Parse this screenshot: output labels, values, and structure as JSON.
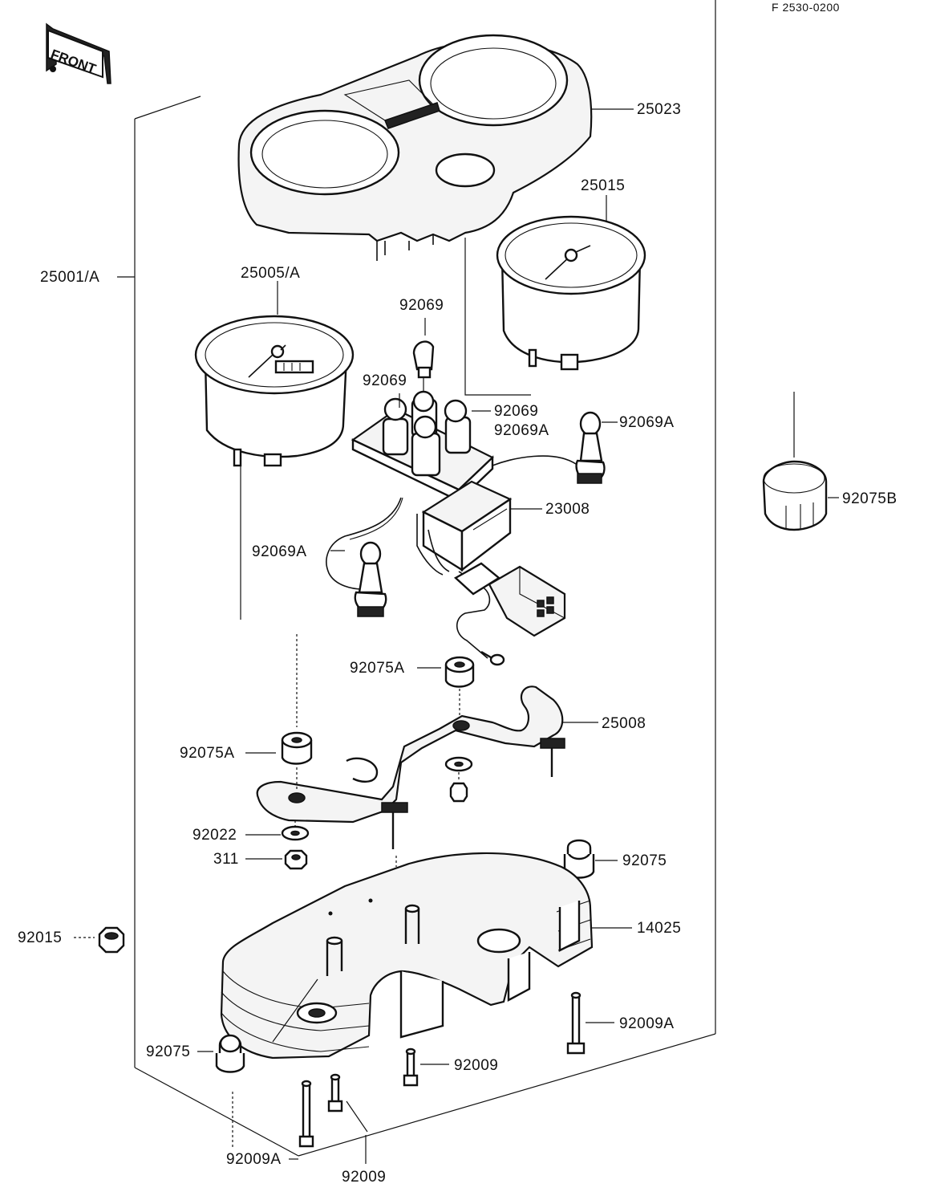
{
  "figure_ref": "F 2530-0200",
  "front_mark": "FRONT",
  "part_numbers": {
    "p25023": "25023",
    "p25015": "25015",
    "p25001A": "25001/A",
    "p25005A": "25005/A",
    "p92069_top": "92069",
    "p92069_mid": "92069",
    "p92069_right": "92069",
    "p92069A_right": "92069A",
    "p92069A_far": "92069A",
    "p92075B": "92075B",
    "p23008": "23008",
    "p92069A_left": "92069A",
    "p92075A_upper": "92075A",
    "p25008": "25008",
    "p92075A_lower": "92075A",
    "p92022": "92022",
    "p311": "311",
    "p92075_right": "92075",
    "p14025": "14025",
    "p92015": "92015",
    "p92009A_right": "92009A",
    "p92075_left": "92075",
    "p92009_mid": "92009",
    "p92009A_bottom": "92009A",
    "p92009_bottom": "92009"
  }
}
